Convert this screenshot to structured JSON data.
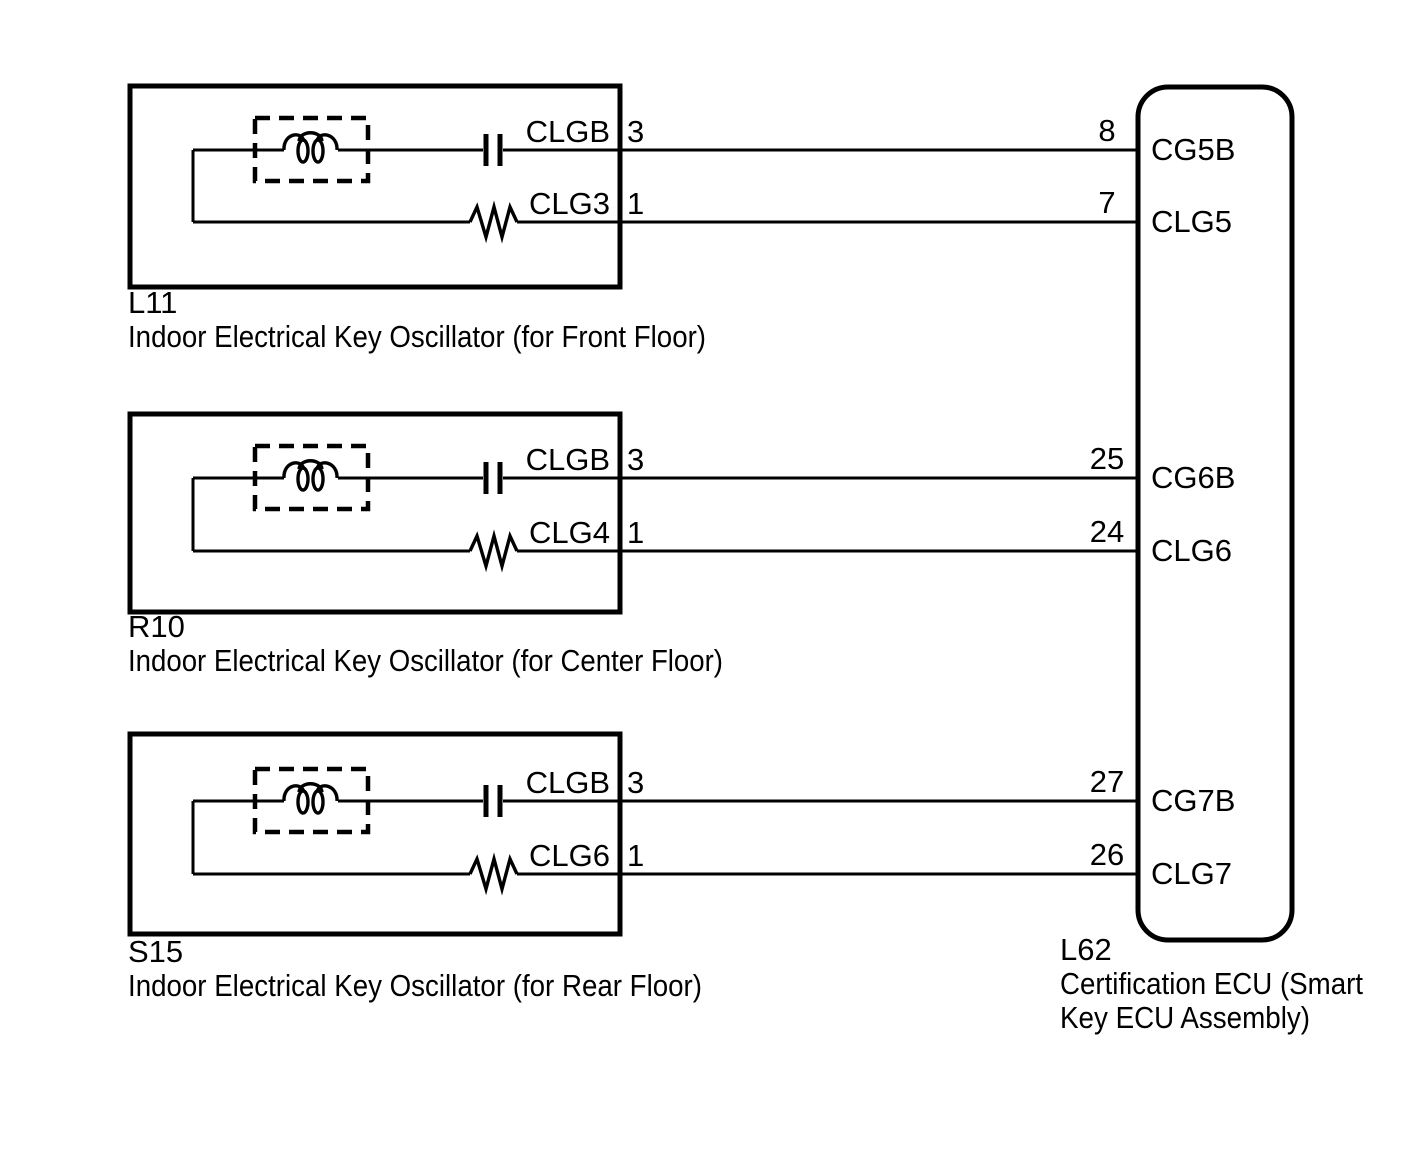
{
  "diagram": {
    "background_color": "#ffffff",
    "line_color": "#000000",
    "oscillators": [
      {
        "id": "L11",
        "description": "Indoor Electrical Key Oscillator (for Front Floor)",
        "rows": [
          {
            "wire_label": "CLGB",
            "pin": "3",
            "ecu_pin": "8",
            "ecu_label": "CG5B"
          },
          {
            "wire_label": "CLG3",
            "pin": "1",
            "ecu_pin": "7",
            "ecu_label": "CLG5"
          }
        ]
      },
      {
        "id": "R10",
        "description": "Indoor Electrical Key Oscillator (for Center Floor)",
        "rows": [
          {
            "wire_label": "CLGB",
            "pin": "3",
            "ecu_pin": "25",
            "ecu_label": "CG6B"
          },
          {
            "wire_label": "CLG4",
            "pin": "1",
            "ecu_pin": "24",
            "ecu_label": "CLG6"
          }
        ]
      },
      {
        "id": "S15",
        "description": "Indoor Electrical Key Oscillator (for Rear Floor)",
        "rows": [
          {
            "wire_label": "CLGB",
            "pin": "3",
            "ecu_pin": "27",
            "ecu_label": "CG7B"
          },
          {
            "wire_label": "CLG6",
            "pin": "1",
            "ecu_pin": "26",
            "ecu_label": "CLG7"
          }
        ]
      }
    ],
    "ecu": {
      "id": "L62",
      "description_line1": "Certification ECU (Smart",
      "description_line2": "Key ECU Assembly)"
    }
  }
}
